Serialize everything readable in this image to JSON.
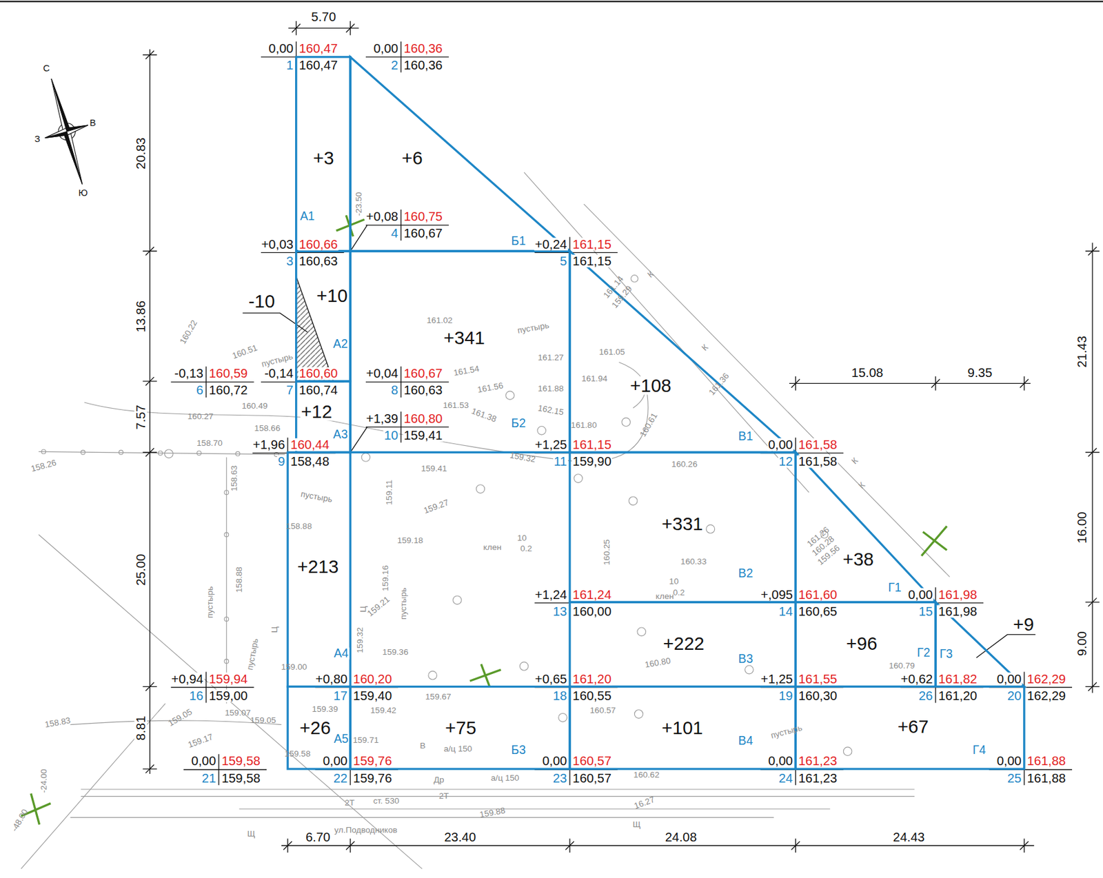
{
  "diagram": {
    "nodes": [
      {
        "text": [
          "+3",
          "А1"
        ]
      },
      {
        "text": [
          "+6",
          "Б1"
        ]
      },
      {
        "text": [
          "+10",
          "А2"
        ]
      },
      {
        "text": [
          "+341",
          "Б2"
        ]
      },
      {
        "text": [
          "+12",
          "А3"
        ]
      },
      {
        "text": [
          "+108",
          "В1"
        ]
      },
      {
        "text": [
          "+213",
          "А4"
        ]
      },
      {
        "text": [
          "+331",
          "В2"
        ]
      },
      {
        "text": [
          "+38",
          "Г1"
        ]
      },
      {
        "text": [
          "+222",
          "В3"
        ]
      },
      {
        "text": [
          "+96",
          "Г2"
        ]
      },
      {
        "text": [
          "+9",
          "Г3"
        ]
      },
      {
        "text": [
          "+26",
          "А5"
        ]
      },
      {
        "text": [
          "+75",
          "Б3"
        ]
      },
      {
        "text": [
          "+101",
          "В4"
        ]
      },
      {
        "text": [
          "+67",
          "Г4"
        ]
      }
    ],
    "labels": [
      "5.70",
      "20.83",
      "13.86",
      "7.57",
      "25.00",
      "8.81",
      "6.70",
      "23.40",
      "24.08",
      "24.43",
      "15.08",
      "9.35",
      "21.43",
      "16.00",
      "9.00",
      "0,00",
      "160,47",
      "1",
      "160,47",
      "0,00",
      "160,36",
      "2",
      "160,36",
      "+0,03",
      "160,66",
      "3",
      "160,63",
      "+0,08",
      "160,75",
      "4",
      "160,67",
      "+0,24",
      "161,15",
      "5",
      "161,15",
      "-0,13",
      "160,59",
      "6",
      "160,72",
      "-0,14",
      "160,60",
      "7",
      "160,74",
      "+0,04",
      "160,67",
      "8",
      "160,63",
      "+1,96",
      "160,44",
      "9",
      "158,48",
      "+1,39",
      "160,80",
      "10",
      "159,41",
      "+1,25",
      "161,15",
      "11",
      "159,90",
      "0,00",
      "161,58",
      "12",
      "161,58",
      "+1,24",
      "161,24",
      "13",
      "160,00",
      "+,095",
      "161,60",
      "14",
      "160,65",
      "0,00",
      "161,98",
      "15",
      "161,98",
      "+0,94",
      "159,94",
      "16",
      "159,00",
      "+0,80",
      "160,20",
      "17",
      "159,40",
      "+0,65",
      "161,20",
      "18",
      "160,55",
      "+1,25",
      "161,55",
      "19",
      "160,30",
      "0,00",
      "162,29",
      "20",
      "162,29",
      "0,00",
      "159,58",
      "21",
      "159,58",
      "0,00",
      "159,76",
      "22",
      "159,76",
      "0,00",
      "160,57",
      "23",
      "160,57",
      "0,00",
      "161,23",
      "24",
      "161,23",
      "0,00",
      "161,88",
      "25",
      "161,88",
      "+0,62",
      "161,82",
      "26",
      "161,20",
      "-10",
      "160.22",
      "160.51",
      "пустырь",
      "160.27",
      "160.49",
      "158.66",
      "158.70",
      "158.26",
      "161.02",
      "пустырь",
      "161.27",
      "161.05",
      "161.54",
      "161.94",
      "161.56",
      "161.88",
      "161.53",
      "161.38",
      "162.15",
      "161.80",
      "160.61",
      "159.32",
      "160.26",
      "159.41",
      "159.11",
      "159.27",
      "159.18",
      "пустырь",
      "158.88",
      "158.63",
      "158.88",
      "пустырь",
      "пустырь",
      "159.00",
      "159.36",
      "159.21",
      "159.16",
      "159.32",
      "пустырь",
      "клен",
      "10",
      "0.2",
      "клен",
      "10",
      "0.2",
      "160.25",
      "160.33",
      "160.80",
      "160.79",
      "158.83",
      "159.05",
      "159.17",
      "159.07",
      "159.05",
      "159.58",
      "159.39",
      "159.42",
      "159.67",
      "159.71",
      "В",
      "а/ц 150",
      "Др",
      "а/ц 150",
      "2Т",
      "ст. 530",
      "2Т",
      "159.88",
      "160.57",
      "160.62",
      "16.27",
      "пустырь",
      "ул.Подводников",
      "Щ",
      "Щ",
      "-24.00",
      "-48.00",
      "-23.50",
      "К",
      "К",
      "К",
      "К",
      "161.14",
      "159.29",
      "161.36",
      "161.26",
      "160.28",
      "159.56",
      "Ц",
      "Ц",
      "С",
      "В",
      "Ю",
      "З"
    ]
  }
}
